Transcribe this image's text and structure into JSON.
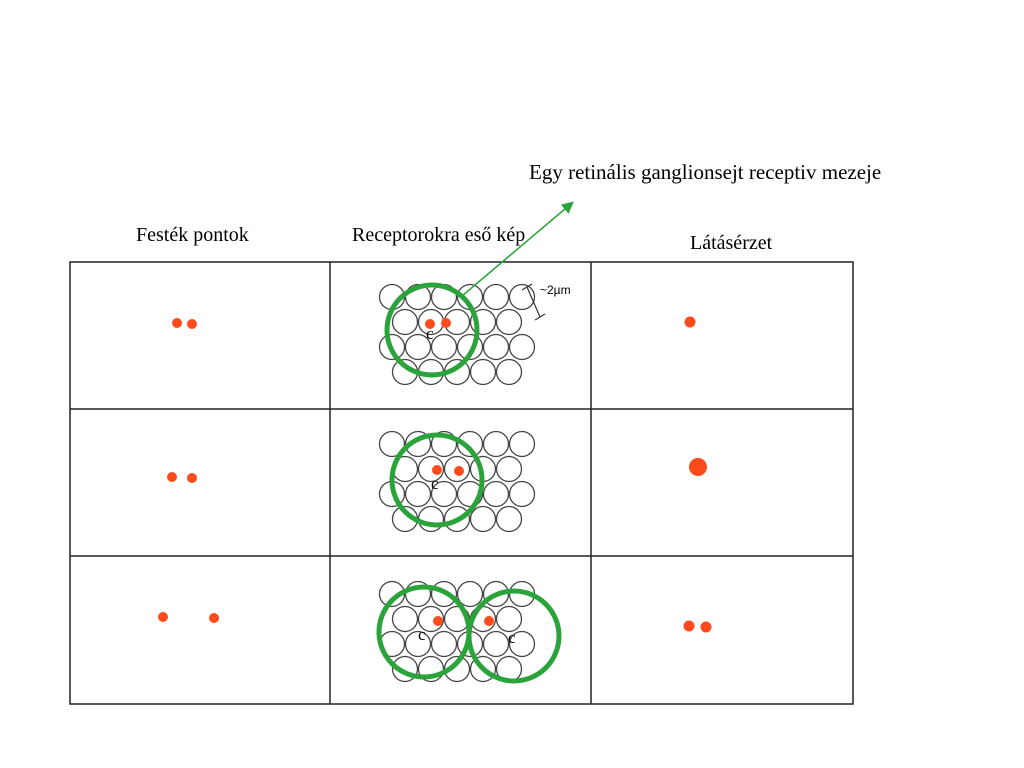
{
  "annotation": {
    "text": "Egy retinális ganglionsejt receptiv mezeje"
  },
  "headers": {
    "col1": "Festék pontok",
    "col2": "Receptorokra eső kép",
    "col3": "Látásérzet"
  },
  "scale_label": "~2µm",
  "cell_label": "c",
  "colors": {
    "dot": "#ff4a1c",
    "field": "#2aa43a",
    "annotation": "#2aa43a",
    "grid": "#222222",
    "receptor": "#444444"
  },
  "rows": [
    {
      "name": "touching",
      "stimulus_dots": 2,
      "perceived": "single-dot",
      "fields": 1
    },
    {
      "name": "slightly-separated",
      "stimulus_dots": 2,
      "perceived": "single-larger-dot",
      "fields": 1
    },
    {
      "name": "well-separated",
      "stimulus_dots": 2,
      "perceived": "two-dots",
      "fields": 2
    }
  ]
}
